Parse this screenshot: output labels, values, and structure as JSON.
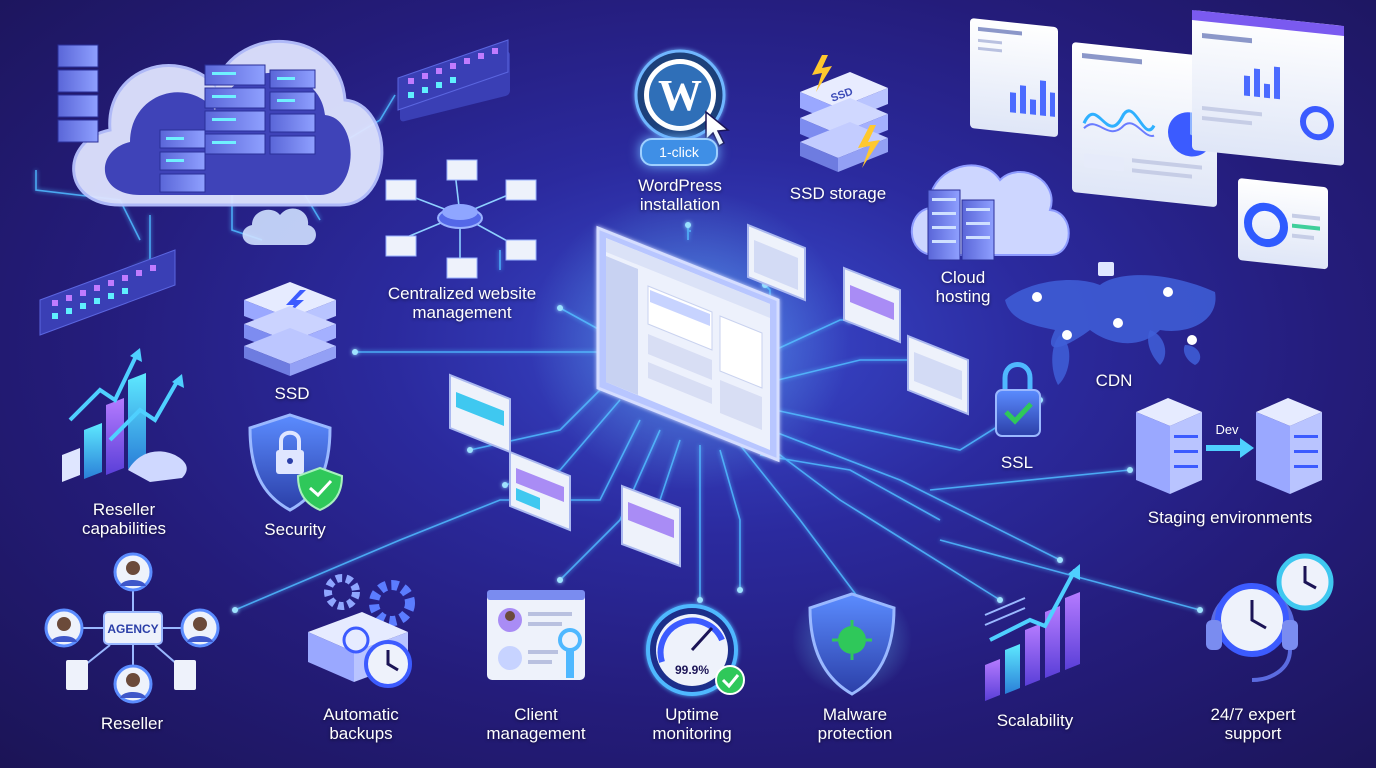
{
  "labels": {
    "wordpress_line1": "WordPress",
    "wordpress_line2": "installation",
    "one_click": "1-click",
    "ssd_storage": "SSD storage",
    "cloud_line1": "Cloud",
    "cloud_line2": "hosting",
    "centralized_line1": "Centralized website",
    "centralized_line2": "management",
    "ssd": "SSD",
    "security": "Security",
    "reseller_cap_line1": "Reseller",
    "reseller_cap_line2": "capabilities",
    "cdn": "CDN",
    "ssl": "SSL",
    "staging": "Staging environments",
    "dev": "Dev",
    "reseller": "Reseller",
    "agency": "AGENCY",
    "backups_line1": "Automatic",
    "backups_line2": "backups",
    "client_line1": "Client",
    "client_line2": "management",
    "uptime_line1": "Uptime",
    "uptime_line2": "monitoring",
    "uptime_value": "99.9%",
    "malware_line1": "Malware",
    "malware_line2": "protection",
    "scalability": "Scalability",
    "support_line1": "24/7 expert",
    "support_line2": "support"
  },
  "colors": {
    "background_dark": "#1b1456",
    "background_mid": "#2b2a9e",
    "glow_line": "#4fb8ff",
    "accent_purple": "#8a5cf0",
    "accent_cyan": "#37d6f0",
    "check_green": "#2fc85a",
    "panel_white": "#eef2fb",
    "wordpress_blue": "#2f6fb8"
  }
}
